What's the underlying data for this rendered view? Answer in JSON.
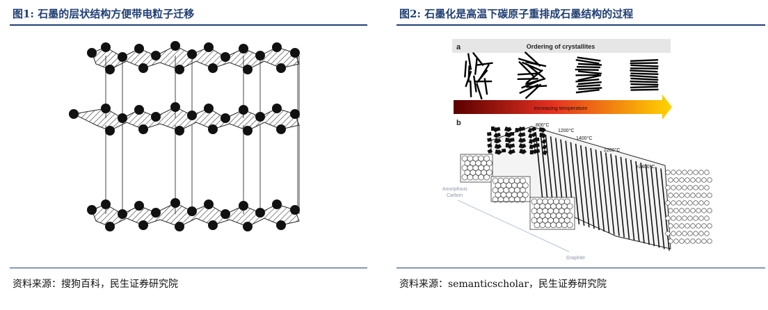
{
  "figure1": {
    "title": "图1: 石墨的层状结构方便带电粒子迁移",
    "source": "资料来源：搜狗百科，民生证券研究院"
  },
  "figure2": {
    "title": "图2: 石墨化是高温下碳原子重排成石墨结构的过程",
    "source": "资料来源：semanticscholar，民生证券研究院",
    "panel_a_label": "a",
    "panel_a_title": "Ordering of crystallites",
    "gradient_label": "increasing temperature",
    "panel_b_label": "b",
    "temps": [
      "800°C",
      "1200°C",
      "1400°C",
      "2200°C",
      ">2400°C"
    ],
    "amorphous_label_1": "Amorphous",
    "amorphous_label_2": "Carbon",
    "graphite_label": "Graphite",
    "colors": {
      "title": "#1f3e73",
      "gradient_start": "#5a0000",
      "gradient_mid": "#e53020",
      "gradient_end": "#ffd400"
    }
  }
}
